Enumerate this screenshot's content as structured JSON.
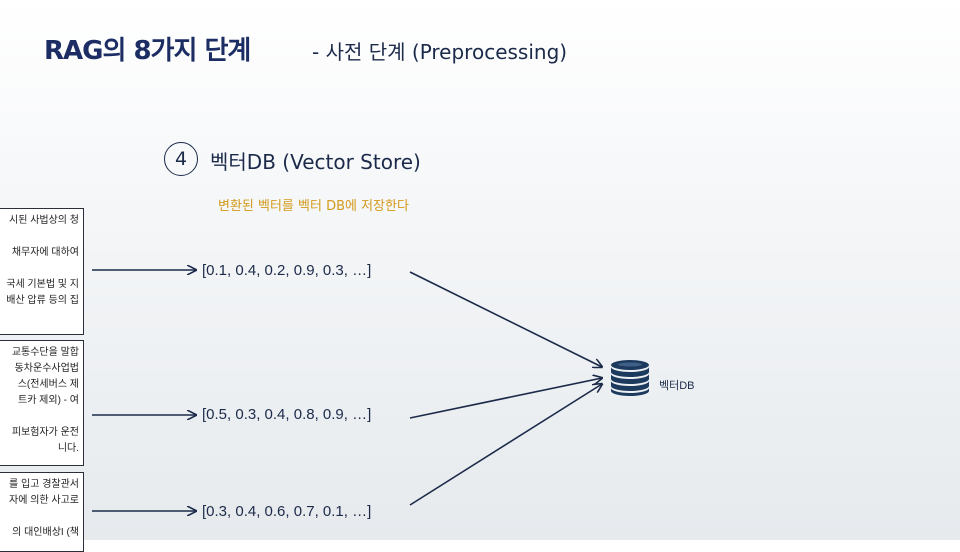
{
  "header": {
    "title": "RAG의 8가지 단계",
    "subtitle": "- 사전 단계 (Preprocessing)"
  },
  "step": {
    "number": "4",
    "title": "벡터DB (Vector Store)",
    "description": "변환된 벡터를 벡터 DB에 저장한다"
  },
  "documents": [
    {
      "lines": [
        "시된 사법상의 청",
        "",
        "채무자에 대하여",
        "",
        "국세 기본법 및 지",
        "배산 압류 등의 집"
      ]
    },
    {
      "lines": [
        "교통수단을 말합",
        "동차운수사업법",
        "스(전세버스 제",
        "트카 제외) - 여",
        "",
        "피보험자가 운전",
        "니다."
      ]
    },
    {
      "lines": [
        "를 입고 경찰관서",
        "자에 의한 사고로",
        "",
        "의 대인배상I (책"
      ]
    }
  ],
  "vectors": [
    "[0.1, 0.4, 0.2, 0.9, 0.3, …]",
    "[0.5, 0.3, 0.4, 0.8, 0.9, …]",
    "[0.3, 0.4, 0.6, 0.7, 0.1, …]"
  ],
  "db": {
    "label": "벡터DB",
    "icon": "database-icon"
  },
  "colors": {
    "title": "#1c2d63",
    "arrow": "#1c2a4a",
    "description": "#d39a1b"
  }
}
